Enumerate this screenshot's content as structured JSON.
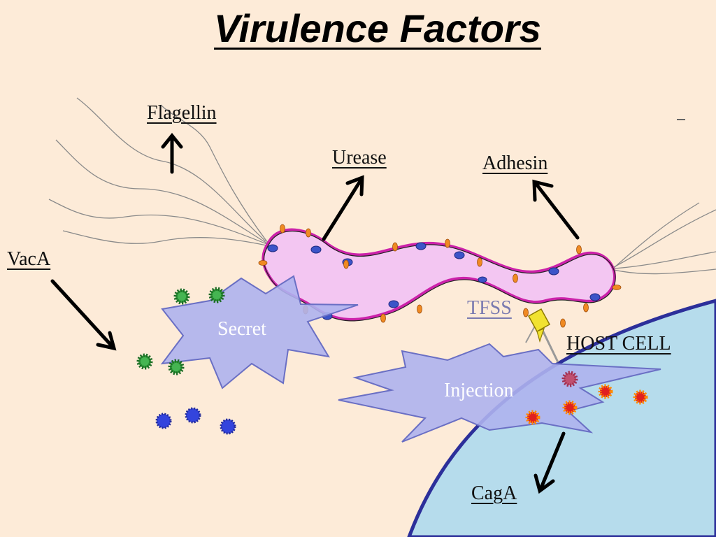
{
  "title": "Virulence Factors",
  "labels": {
    "flagellin": "Flagellin",
    "urease": "Urease",
    "adhesin": "Adhesin",
    "vaca": "VacA",
    "secret": "Secret",
    "tfss": "TFSS",
    "host_cell": "HOST CELL",
    "injection": "Injection",
    "caga": "CagA"
  },
  "colors": {
    "background": "#fdebd8",
    "bacterium_fill": "#f3c6f2",
    "bacterium_outline": "#cc22aa",
    "host_cell_fill": "#b6dcec",
    "host_cell_outline": "#2c2f9a",
    "burst_fill": "#aeb3ee",
    "vaca_particle": "#2f9a3a",
    "blue_particle": "#3344dd",
    "caga_particle": "#e02020"
  }
}
